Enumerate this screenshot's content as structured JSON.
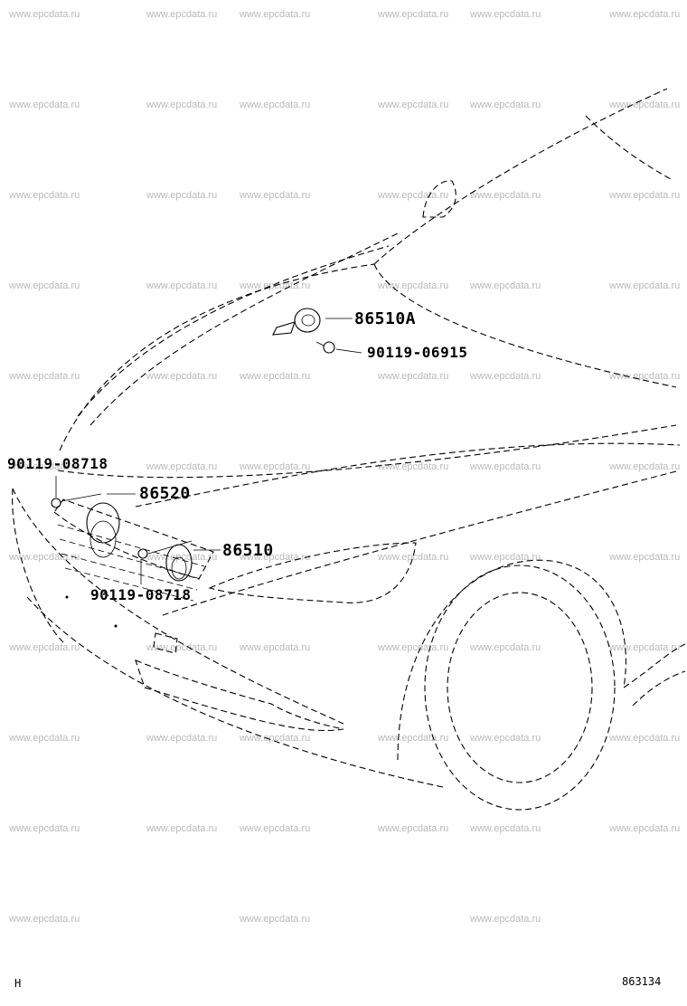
{
  "watermark": "www.epcdata.ru",
  "callouts": {
    "horn_high": "86510A",
    "bolt_high": "90119-06915",
    "bolt_left": "90119-08718",
    "horn_low_left": "86520",
    "horn_low_right": "86510",
    "bolt_center": "90119-08718"
  },
  "footer": {
    "left_code": "H",
    "figure_number": "863134"
  }
}
